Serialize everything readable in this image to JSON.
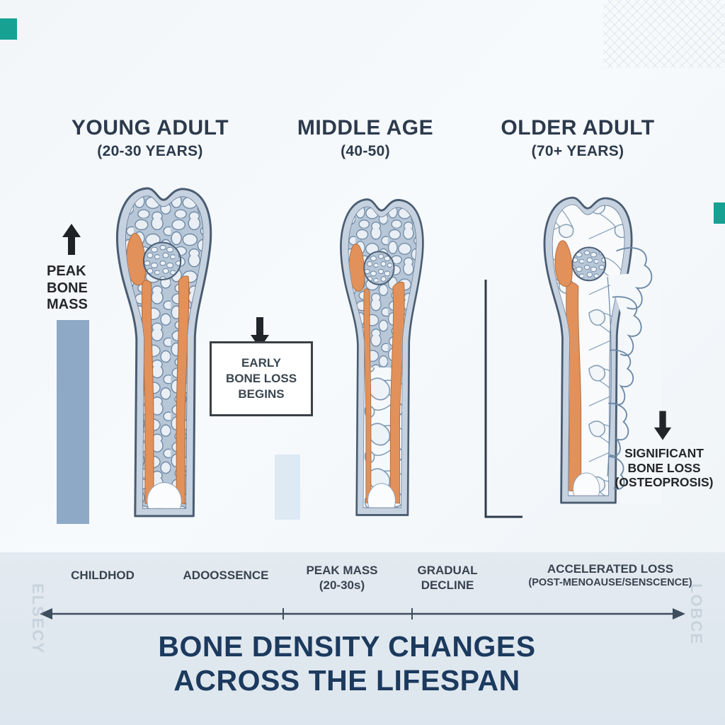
{
  "columns": [
    {
      "title": "YOUNG ADULT",
      "subtitle": "(20-30 YEARS)"
    },
    {
      "title": "MIDDLE AGE",
      "subtitle": "(40-50)"
    },
    {
      "title": "OLDER ADULT",
      "subtitle": "(70+ YEARS)"
    }
  ],
  "annotations": {
    "peak_bone_mass": {
      "line1": "PEAK",
      "line2": "BONE",
      "line3": "MASS"
    },
    "early_bone_loss": {
      "line1": "EARLY",
      "line2": "BONE LOSS",
      "line3": "BEGINS"
    },
    "significant_bone_loss": {
      "line1": "SIGNIFICANT",
      "line2": "BONE LOSS",
      "line3": "(OSTEOPROSIS)"
    }
  },
  "timeline": {
    "stages": [
      {
        "line1": "CHILDHOD",
        "line2": ""
      },
      {
        "line1": "ADOOSSENCE",
        "line2": ""
      },
      {
        "line1": "PEAK MASS",
        "line2": "(20-30s)"
      },
      {
        "line1": "GRADUAL",
        "line2": "DECLINE"
      },
      {
        "line1": "ACCELERATED LOSS",
        "line2": "(POST-MENOAUSE/SENSCENCE)"
      }
    ]
  },
  "title": {
    "line1": "BONE DENSITY CHANGES",
    "line2": "ACROSS THE LIFESPAN"
  },
  "watermarks": {
    "bottom_left": "ELSECY",
    "bottom_right": "LOBCE"
  },
  "colors": {
    "bone_cortex": "#c6d2df",
    "bone_outline": "#4a5c72",
    "trabecular_fill": "#e9eff5",
    "trabecular_line": "#66829f",
    "marrow_orange": "#e2915a",
    "bar_peak": "#8ea9c5",
    "bar_small": "#dde9f3",
    "arrow_dark": "#22262b",
    "band_background": "#e2e9ef",
    "title_navy": "#1c3a5e",
    "accent_teal": "#16a193"
  }
}
